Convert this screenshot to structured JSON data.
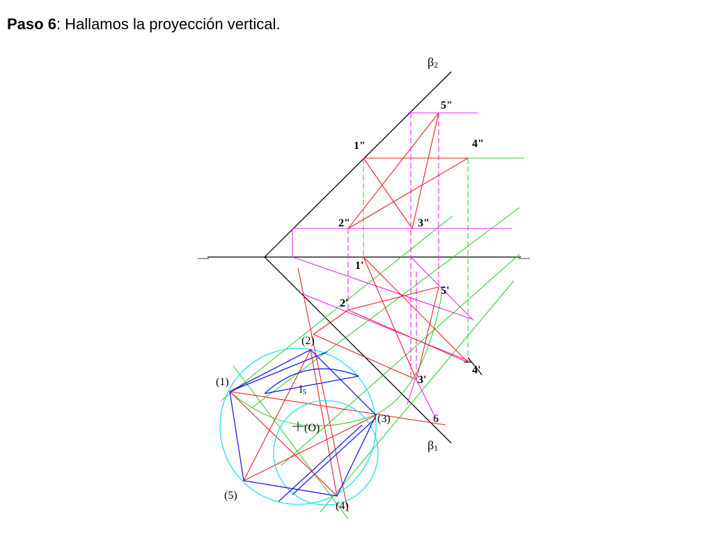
{
  "title": {
    "step": "Paso 6",
    "separator": ":",
    "text": " Hallamos la proyección vertical."
  },
  "labels": {
    "beta2": "β",
    "beta2_sub": "2",
    "beta1": "β",
    "beta1_sub": "1",
    "p5v": "5\"",
    "p1v": "1\"",
    "p4v": "4\"",
    "p2v": "2\"",
    "p3v": "3\"",
    "p1h": "1'",
    "p2h": "2'",
    "p3h": "3'",
    "p4h": "4'",
    "p5h": "5'",
    "six": "6",
    "r1": "(1)",
    "r2": "(2)",
    "r3": "(3)",
    "r4": "(4)",
    "r5": "(5)",
    "center": "(O)",
    "l5": "l",
    "l5_sub": "5",
    "tick_left": "—",
    "tick_right": "—"
  },
  "colors": {
    "black": "#000000",
    "red": "#ee1c24",
    "green": "#22cc22",
    "magenta": "#ee22ee",
    "blue": "#1a1aee",
    "cyan": "#22ddee"
  }
}
